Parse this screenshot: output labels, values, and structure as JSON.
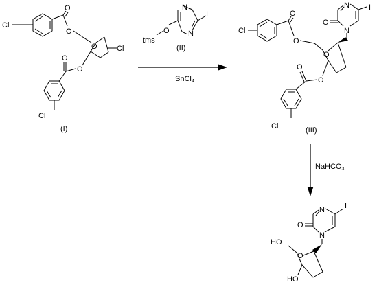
{
  "reagents": {
    "compound_ii_label": "(II)",
    "catalyst": "SnCl",
    "catalyst_sub": "4",
    "base": "NaHCO",
    "base_sub": "3"
  },
  "compound_i": {
    "label": "(I)",
    "atoms": {
      "cl_top": "Cl",
      "cl_bottom": "Cl",
      "cl_ring": "Cl",
      "o_ester1": "O",
      "o_ester2": "O",
      "o_carbonyl1": "O",
      "o_carbonyl2": "O",
      "o_ring": "O"
    }
  },
  "compound_ii": {
    "atoms": {
      "tms": "tms",
      "o": "O",
      "n1": "N",
      "n2": "N",
      "i": "I"
    }
  },
  "compound_iii": {
    "label": "(III)",
    "atoms": {
      "cl_left": "Cl",
      "cl_bottom": "Cl",
      "o_ester1": "O",
      "o_ester2": "O",
      "o_carbonyl1": "O",
      "o_carbonyl2": "O",
      "o_ring": "O",
      "n1": "N",
      "n3": "N",
      "o_oxo": "O",
      "i": "I"
    }
  },
  "product": {
    "atoms": {
      "ho_top": "HO",
      "ho_bottom": "HO",
      "o_ring": "O",
      "n1": "N",
      "n3": "N",
      "o_oxo": "O",
      "i": "I"
    }
  }
}
